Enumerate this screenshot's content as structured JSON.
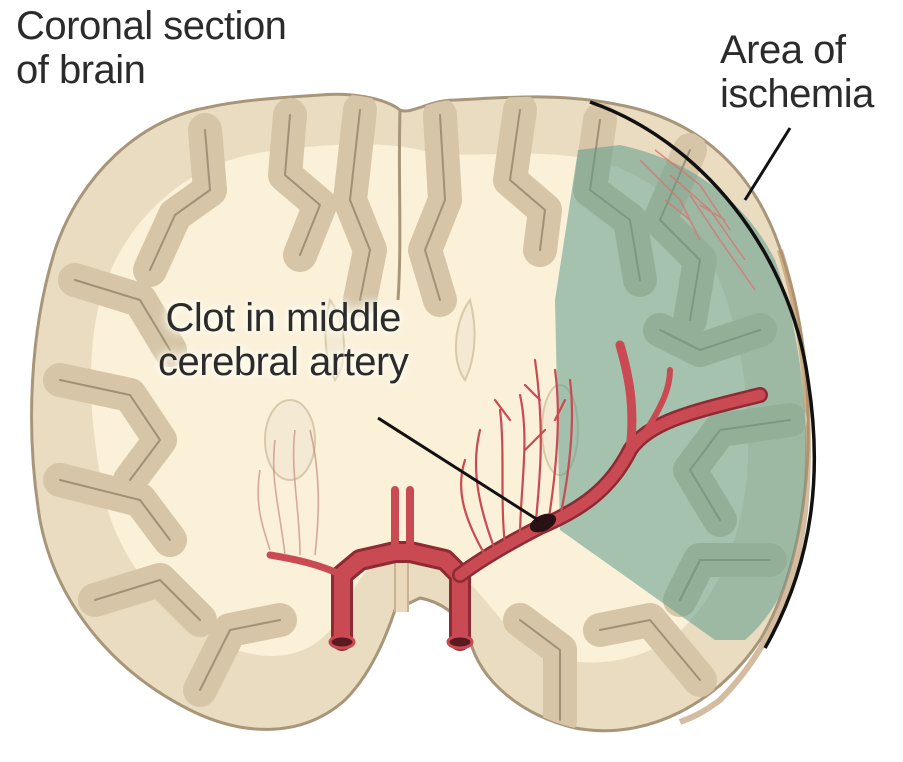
{
  "labels": {
    "title": "Coronal section\nof brain",
    "ischemia": "Area of\nischemia",
    "clot": "Clot in middle\ncerebral artery"
  },
  "colors": {
    "white_matter": "#fbf0d8",
    "gray_matter": "#d6c5a6",
    "cortex_outline": "#8a7a62",
    "ischemia_overlay": "#5f9c8c",
    "artery": "#c94a52",
    "artery_dark": "#8e2a33",
    "clot": "#2a1214",
    "text": "#2b2b2b"
  }
}
